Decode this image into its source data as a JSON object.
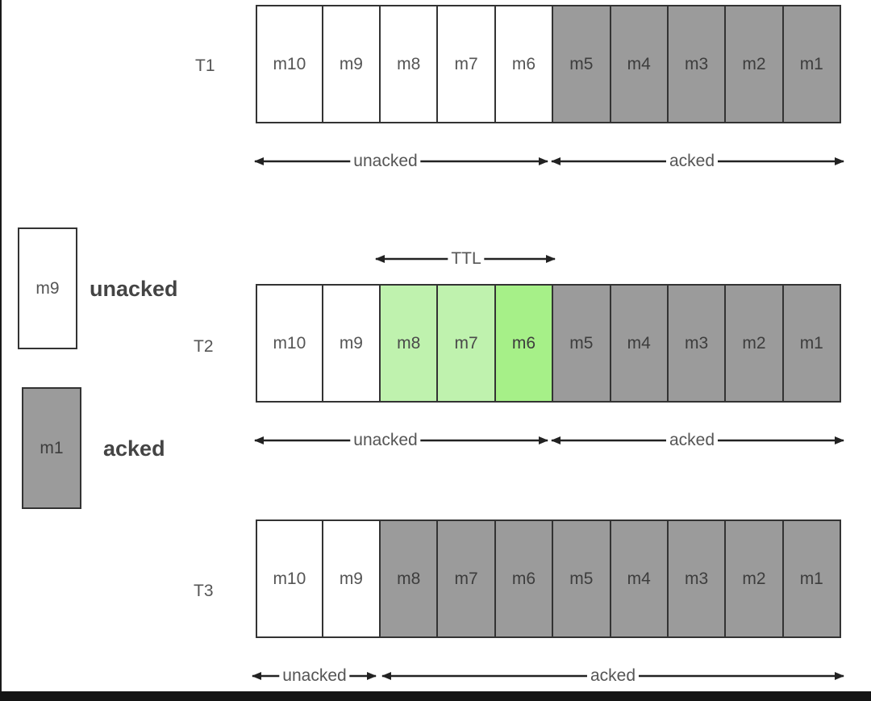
{
  "rows": [
    {
      "label": "T1",
      "cells": [
        "m10",
        "m9",
        "m8",
        "m7",
        "m6",
        "m5",
        "m4",
        "m3",
        "m2",
        "m1"
      ],
      "states": [
        "unacked",
        "unacked",
        "unacked",
        "unacked",
        "unacked",
        "acked",
        "acked",
        "acked",
        "acked",
        "acked"
      ]
    },
    {
      "label": "T2",
      "cells": [
        "m10",
        "m9",
        "m8",
        "m7",
        "m6",
        "m5",
        "m4",
        "m3",
        "m2",
        "m1"
      ],
      "states": [
        "unacked",
        "unacked",
        "ttl-light",
        "ttl-light",
        "ttl-strong",
        "acked",
        "acked",
        "acked",
        "acked",
        "acked"
      ]
    },
    {
      "label": "T3",
      "cells": [
        "m10",
        "m9",
        "m8",
        "m7",
        "m6",
        "m5",
        "m4",
        "m3",
        "m2",
        "m1"
      ],
      "states": [
        "unacked",
        "unacked",
        "acked",
        "acked",
        "acked",
        "acked",
        "acked",
        "acked",
        "acked",
        "acked"
      ]
    }
  ],
  "arrow_labels": {
    "unacked": "unacked",
    "acked": "acked",
    "ttl": "TTL"
  },
  "legend": {
    "unacked_cell": "m9",
    "unacked_label": "unacked",
    "acked_cell": "m1",
    "acked_label": "acked"
  },
  "colors": {
    "acked_fill": "#9b9b9b",
    "ttl_light_fill": "#bff2ae",
    "ttl_strong_fill": "#a6f088",
    "unacked_fill": "#ffffff",
    "stroke": "#333333"
  }
}
